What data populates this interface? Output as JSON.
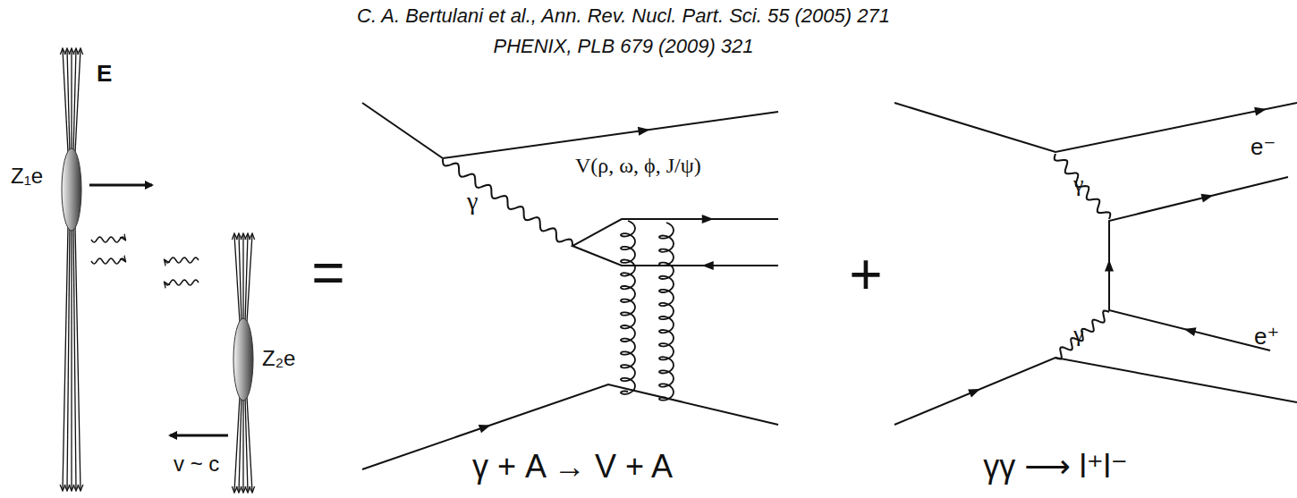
{
  "diagram": {
    "labels": [
      "C. A. Bertulani et al., Ann. Rev. Nucl. Part. Sci. 55 (2005) 271",
      "PHENIX, PLB 679 (2009) 321",
      "E",
      "Z₁e",
      "Z₂e",
      "v ~ c",
      "=",
      "γ",
      "V(ρ, ω, ϕ, J/ψ)",
      "+",
      "γ",
      "γ",
      "e⁻",
      "e⁺",
      "γ + A → V + A",
      "γγ ⟶ l⁺l⁻"
    ]
  }
}
